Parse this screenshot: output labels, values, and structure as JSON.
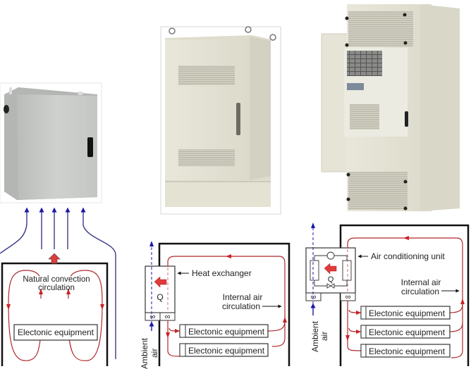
{
  "colors": {
    "ambient_air": "#1a1aa8",
    "ambient_line": "#3a3a8a",
    "internal_air": "#b0282a",
    "heat_arrow": "#e03a3a",
    "enclosure_wall": "#111111",
    "cabinet_grey": "#c9cbc8",
    "cabinet_beige": "#e8e6d8"
  },
  "photos": [
    {
      "id": "passive",
      "description": "Small grey wall-mounted enclosure with black door handle"
    },
    {
      "id": "heat-exchanger",
      "description": "Beige floor-standing cabinet with louvred door and plinth"
    },
    {
      "id": "air-conditioned",
      "description": "Beige cabinet with door-mounted air conditioning unit"
    }
  ],
  "panels": [
    {
      "id": "natural-convection",
      "labels": {
        "circulation_line1": "Natural convection",
        "circulation_line2": "circulation",
        "equipment": "Electonic equipment"
      }
    },
    {
      "id": "heat-exchanger",
      "labels": {
        "unit": "Heat exchanger",
        "heat_symbol": "Q",
        "internal_line1": "Internal air",
        "internal_line2": "circulation",
        "ambient_line1": "Ambient",
        "ambient_line2": "air",
        "equipment": [
          "Electonic equipment",
          "Electonic equipment"
        ]
      }
    },
    {
      "id": "air-conditioning",
      "labels": {
        "unit": "Air conditioning unit",
        "heat_symbol": "Q",
        "internal_line1": "Internal air",
        "internal_line2": "circulation",
        "ambient_line1": "Ambient",
        "ambient_line2": "air",
        "equipment": [
          "Electonic equipment",
          "Electonic equipment",
          "Electonic equipment"
        ]
      }
    }
  ]
}
